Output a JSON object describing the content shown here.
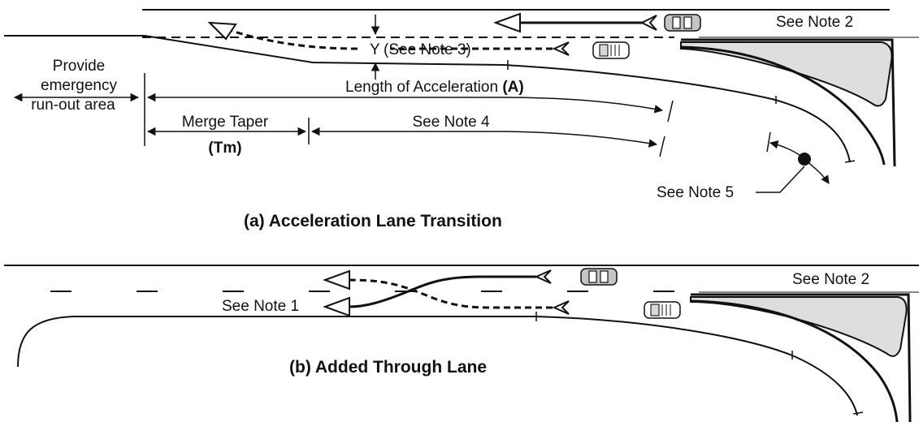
{
  "panel_a": {
    "caption": "(a) Acceleration Lane Transition",
    "y_marker": "Y",
    "see_note_3": "(See Note 3)",
    "see_note_2": "See Note 2",
    "provide_line1": "Provide",
    "provide_line2": "emergency",
    "provide_line3": "run-out area",
    "length_label": "Length of Acceleration ",
    "length_symbol": "(A)",
    "merge_taper": "Merge Taper",
    "merge_symbol": "(Tm)",
    "see_note_4": "See Note 4",
    "see_note_5": "See Note 5"
  },
  "panel_b": {
    "caption": "(b) Added Through Lane",
    "see_note_1": "See Note 1",
    "see_note_2": "See Note 2"
  },
  "colors": {
    "ink": "#111111",
    "island_fill": "#dedede",
    "car_fill": "#bdbdbd"
  }
}
